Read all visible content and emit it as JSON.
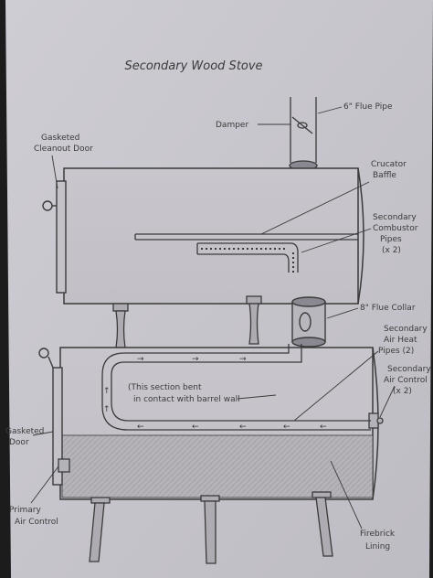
{
  "drawing": {
    "title": "Secondary Wood Stove",
    "labels": {
      "flue_pipe": "6\" Flue Pipe",
      "damper": "Damper",
      "cleanout_door_line1": "Gasketed",
      "cleanout_door_line2": "Cleanout Door",
      "baffle_line1": "Crucator",
      "baffle_line2": "Baffle",
      "combustor_line1": "Secondary",
      "combustor_line2": "Combustor",
      "combustor_line3": "Pipes",
      "combustor_line4": "(x 2)",
      "flue_collar": "8\" Flue Collar",
      "air_heat_line1": "Secondary",
      "air_heat_line2": "Air Heat",
      "air_heat_line3": "Pipes (2)",
      "air_control_line1": "Secondary",
      "air_control_line2": "Air Control",
      "air_control_line3": "(x 2)",
      "bent_line1": "(This section bent",
      "bent_line2": "in contact with barrel wall",
      "door_line1": "Gasketed",
      "door_line2": "Door",
      "primary_line1": "Primary",
      "primary_line2": "Air Control",
      "firebrick_line1": "Firebrick",
      "firebrick_line2": "Lining"
    }
  }
}
